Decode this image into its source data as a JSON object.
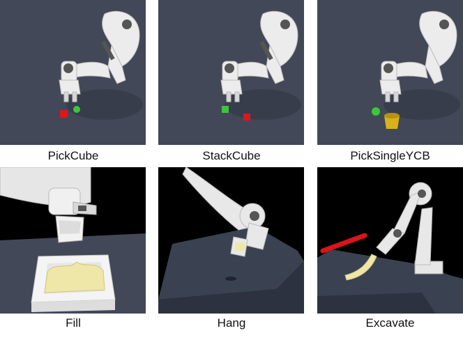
{
  "panels": [
    {
      "caption": "PickCube"
    },
    {
      "caption": "StackCube"
    },
    {
      "caption": "PickSingleYCB"
    },
    {
      "caption": "Fill"
    },
    {
      "caption": "Hang"
    },
    {
      "caption": "Excavate"
    }
  ],
  "colors": {
    "sim_background": "#424857",
    "dark_background": "#000000",
    "robot": "#eeeeee",
    "red_cube": "#e0161a",
    "green_cube": "#3ac73a",
    "ycb_cup": "#d9b21a",
    "granular": "#efe7a7",
    "table_cloth": "#3a4150",
    "red_rod": "#d9141a"
  }
}
